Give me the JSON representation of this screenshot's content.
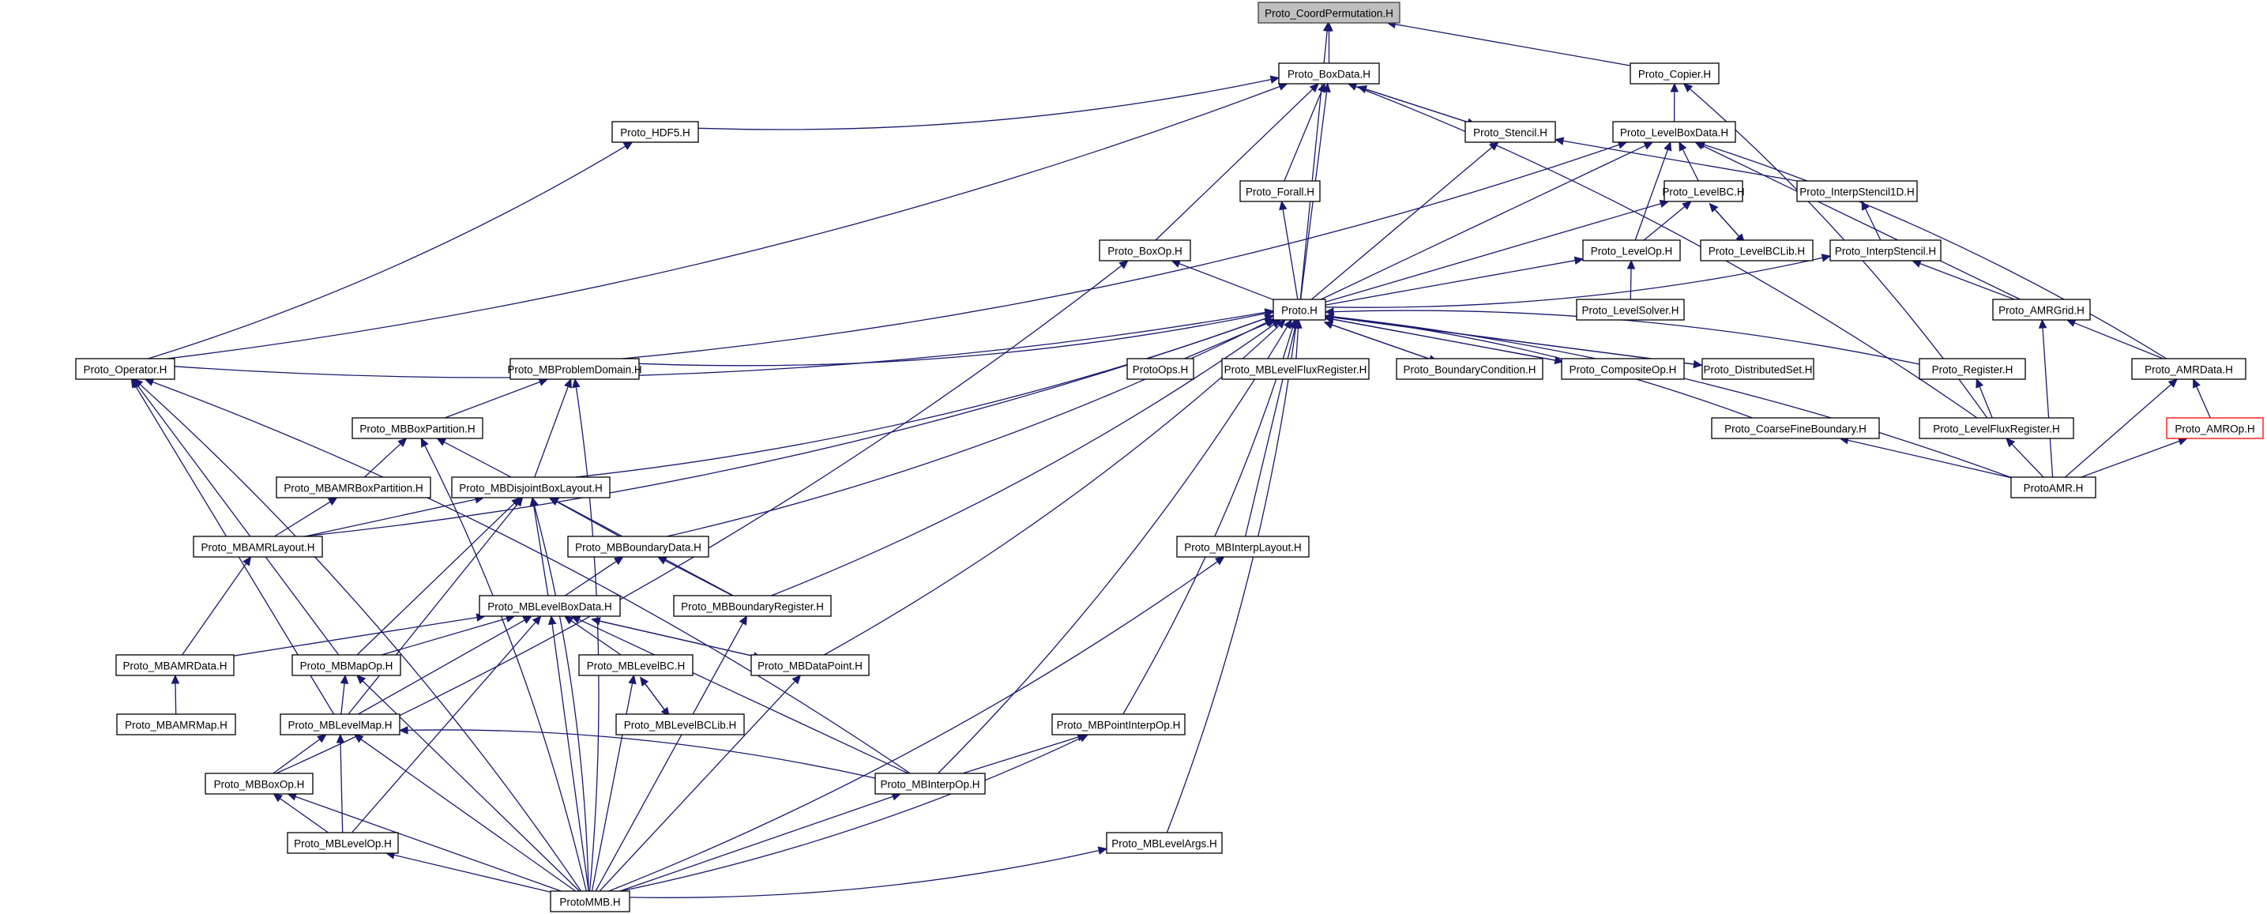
{
  "diagram": {
    "type": "include-dependency-graph",
    "root": "Proto_CoordPermutation.H",
    "edge_color": "#191970",
    "root_fill": "#bfbfbf",
    "highlight_border": "#ff0000",
    "nodes": [
      {
        "id": "coordperm",
        "label": "Proto_CoordPermutation.H",
        "style": "root"
      },
      {
        "id": "boxdata",
        "label": "Proto_BoxData.H"
      },
      {
        "id": "copier",
        "label": "Proto_Copier.H"
      },
      {
        "id": "hdf5",
        "label": "Proto_HDF5.H"
      },
      {
        "id": "stencil",
        "label": "Proto_Stencil.H"
      },
      {
        "id": "levelboxdata",
        "label": "Proto_LevelBoxData.H"
      },
      {
        "id": "forall",
        "label": "Proto_Forall.H"
      },
      {
        "id": "levelbc",
        "label": "Proto_LevelBC.H"
      },
      {
        "id": "interpstencil1d",
        "label": "Proto_InterpStencil1D.H"
      },
      {
        "id": "boxop",
        "label": "Proto_BoxOp.H"
      },
      {
        "id": "levelop",
        "label": "Proto_LevelOp.H"
      },
      {
        "id": "levelbclib",
        "label": "Proto_LevelBCLib.H"
      },
      {
        "id": "interpstencil",
        "label": "Proto_InterpStencil.H"
      },
      {
        "id": "proto",
        "label": "Proto.H"
      },
      {
        "id": "levelsolver",
        "label": "Proto_LevelSolver.H"
      },
      {
        "id": "amrgrid",
        "label": "Proto_AMRGrid.H"
      },
      {
        "id": "operator",
        "label": "Proto_Operator.H"
      },
      {
        "id": "mbproblemdomain",
        "label": "Proto_MBProblemDomain.H"
      },
      {
        "id": "protoops",
        "label": "ProtoOps.H"
      },
      {
        "id": "mblevelfluxregister",
        "label": "Proto_MBLevelFluxRegister.H"
      },
      {
        "id": "boundarycondition",
        "label": "Proto_BoundaryCondition.H"
      },
      {
        "id": "compositeop",
        "label": "Proto_CompositeOp.H"
      },
      {
        "id": "distributedset",
        "label": "Proto_DistributedSet.H"
      },
      {
        "id": "register",
        "label": "Proto_Register.H"
      },
      {
        "id": "amrdata",
        "label": "Proto_AMRData.H"
      },
      {
        "id": "mbboxpartition",
        "label": "Proto_MBBoxPartition.H"
      },
      {
        "id": "coarsefineboundary",
        "label": "Proto_CoarseFineBoundary.H"
      },
      {
        "id": "levelfluxregister",
        "label": "Proto_LevelFluxRegister.H"
      },
      {
        "id": "amrop",
        "label": "Proto_AMROp.H",
        "style": "missing"
      },
      {
        "id": "mbamrboxpartition",
        "label": "Proto_MBAMRBoxPartition.H"
      },
      {
        "id": "mbdisjointboxlayout",
        "label": "Proto_MBDisjointBoxLayout.H"
      },
      {
        "id": "protoamr",
        "label": "ProtoAMR.H"
      },
      {
        "id": "mbamrlayout",
        "label": "Proto_MBAMRLayout.H"
      },
      {
        "id": "mbboundarydata",
        "label": "Proto_MBBoundaryData.H"
      },
      {
        "id": "mbinterplayout",
        "label": "Proto_MBInterpLayout.H"
      },
      {
        "id": "mblevelboxdata",
        "label": "Proto_MBLevelBoxData.H"
      },
      {
        "id": "mbboundaryregister",
        "label": "Proto_MBBoundaryRegister.H"
      },
      {
        "id": "mbamrdata",
        "label": "Proto_MBAMRData.H"
      },
      {
        "id": "mbmapop",
        "label": "Proto_MBMapOp.H"
      },
      {
        "id": "mblevelbc",
        "label": "Proto_MBLevelBC.H"
      },
      {
        "id": "mbdatapoint",
        "label": "Proto_MBDataPoint.H"
      },
      {
        "id": "mblevelbclib",
        "label": "Proto_MBLevelBCLib.H"
      },
      {
        "id": "mbamrmap",
        "label": "Proto_MBAMRMap.H"
      },
      {
        "id": "mblevelmap",
        "label": "Proto_MBLevelMap.H"
      },
      {
        "id": "mbpointinterpop",
        "label": "Proto_MBPointInterpOp.H"
      },
      {
        "id": "mbboxop",
        "label": "Proto_MBBoxOp.H"
      },
      {
        "id": "mbinterpop",
        "label": "Proto_MBInterpOp.H"
      },
      {
        "id": "mblevelop",
        "label": "Proto_MBLevelOp.H"
      },
      {
        "id": "mblevelargs",
        "label": "Proto_MBLevelArgs.H"
      },
      {
        "id": "protommb",
        "label": "ProtoMMB.H"
      }
    ],
    "edges": [
      {
        "from": "boxdata",
        "to": "coordperm"
      },
      {
        "from": "proto",
        "to": "coordperm"
      },
      {
        "from": "copier",
        "to": "coordperm"
      },
      {
        "from": "hdf5",
        "to": "boxdata"
      },
      {
        "from": "operator",
        "to": "boxdata"
      },
      {
        "from": "stencil",
        "to": "boxdata"
      },
      {
        "from": "boxdata",
        "to": "stencil"
      },
      {
        "from": "forall",
        "to": "boxdata"
      },
      {
        "from": "boxop",
        "to": "boxdata"
      },
      {
        "from": "proto",
        "to": "boxdata"
      },
      {
        "from": "levelfluxregister",
        "to": "boxdata"
      },
      {
        "from": "levelboxdata",
        "to": "copier"
      },
      {
        "from": "levelfluxregister",
        "to": "copier"
      },
      {
        "from": "operator",
        "to": "hdf5"
      },
      {
        "from": "proto",
        "to": "stencil"
      },
      {
        "from": "interpstencil1d",
        "to": "stencil"
      },
      {
        "from": "proto",
        "to": "levelboxdata"
      },
      {
        "from": "levelbc",
        "to": "levelboxdata"
      },
      {
        "from": "levelop",
        "to": "levelboxdata"
      },
      {
        "from": "amrgrid",
        "to": "levelboxdata"
      },
      {
        "from": "amrdata",
        "to": "levelboxdata"
      },
      {
        "from": "mbproblemdomain",
        "to": "levelboxdata"
      },
      {
        "from": "proto",
        "to": "forall"
      },
      {
        "from": "proto",
        "to": "levelbc"
      },
      {
        "from": "levelop",
        "to": "levelbc"
      },
      {
        "from": "levelbclib",
        "to": "levelbc"
      },
      {
        "from": "levelbc",
        "to": "levelbclib"
      },
      {
        "from": "interpstencil",
        "to": "interpstencil1d"
      },
      {
        "from": "proto",
        "to": "boxop"
      },
      {
        "from": "mbboxop",
        "to": "boxop"
      },
      {
        "from": "proto",
        "to": "levelop"
      },
      {
        "from": "levelsolver",
        "to": "levelop"
      },
      {
        "from": "proto",
        "to": "interpstencil"
      },
      {
        "from": "amrgrid",
        "to": "interpstencil"
      },
      {
        "from": "operator",
        "to": "proto"
      },
      {
        "from": "mbproblemdomain",
        "to": "proto"
      },
      {
        "from": "protoops",
        "to": "proto"
      },
      {
        "from": "mblevelfluxregister",
        "to": "proto"
      },
      {
        "from": "boundarycondition",
        "to": "proto"
      },
      {
        "from": "proto",
        "to": "boundarycondition"
      },
      {
        "from": "compositeop",
        "to": "proto"
      },
      {
        "from": "proto",
        "to": "compositeop"
      },
      {
        "from": "distributedset",
        "to": "proto"
      },
      {
        "from": "proto",
        "to": "distributedset"
      },
      {
        "from": "register",
        "to": "proto"
      },
      {
        "from": "coarsefineboundary",
        "to": "proto"
      },
      {
        "from": "protoamr",
        "to": "proto"
      },
      {
        "from": "mbdisjointboxlayout",
        "to": "proto"
      },
      {
        "from": "mbamrlayout",
        "to": "proto"
      },
      {
        "from": "mbboundarydata",
        "to": "proto"
      },
      {
        "from": "mbboundaryregister",
        "to": "proto"
      },
      {
        "from": "mbdatapoint",
        "to": "proto"
      },
      {
        "from": "mbinterpop",
        "to": "proto"
      },
      {
        "from": "mbpointinterpop",
        "to": "proto"
      },
      {
        "from": "mbinterplayout",
        "to": "proto"
      },
      {
        "from": "mblevelargs",
        "to": "proto"
      },
      {
        "from": "amrdata",
        "to": "amrgrid"
      },
      {
        "from": "protoamr",
        "to": "amrgrid"
      },
      {
        "from": "mbinterpop",
        "to": "operator"
      },
      {
        "from": "mbmapop",
        "to": "operator"
      },
      {
        "from": "mblevelmap",
        "to": "operator"
      },
      {
        "from": "mbboxpartition",
        "to": "mbproblemdomain"
      },
      {
        "from": "mbdisjointboxlayout",
        "to": "mbproblemdomain"
      },
      {
        "from": "protommb",
        "to": "mbproblemdomain"
      },
      {
        "from": "levelfluxregister",
        "to": "register"
      },
      {
        "from": "protoamr",
        "to": "amrdata"
      },
      {
        "from": "amrop",
        "to": "amrdata"
      },
      {
        "from": "mbamrboxpartition",
        "to": "mbboxpartition"
      },
      {
        "from": "mbdisjointboxlayout",
        "to": "mbboxpartition"
      },
      {
        "from": "protommb",
        "to": "mbboxpartition"
      },
      {
        "from": "protoamr",
        "to": "coarsefineboundary"
      },
      {
        "from": "protoamr",
        "to": "levelfluxregister"
      },
      {
        "from": "protoamr",
        "to": "amrop"
      },
      {
        "from": "mbamrlayout",
        "to": "mbamrboxpartition"
      },
      {
        "from": "mbamrlayout",
        "to": "mbdisjointboxlayout"
      },
      {
        "from": "mbboundarydata",
        "to": "mbdisjointboxlayout"
      },
      {
        "from": "mbboundaryregister",
        "to": "mbdisjointboxlayout"
      },
      {
        "from": "mblevelboxdata",
        "to": "mbdisjointboxlayout"
      },
      {
        "from": "mbmapop",
        "to": "mbdisjointboxlayout"
      },
      {
        "from": "mblevelmap",
        "to": "mbdisjointboxlayout"
      },
      {
        "from": "protommb",
        "to": "mbdisjointboxlayout"
      },
      {
        "from": "mbamrdata",
        "to": "mbamrlayout"
      },
      {
        "from": "mblevelboxdata",
        "to": "mbboundarydata"
      },
      {
        "from": "mbboundaryregister",
        "to": "mbboundarydata"
      },
      {
        "from": "protommb",
        "to": "mbinterplayout"
      },
      {
        "from": "mbamrdata",
        "to": "mblevelboxdata"
      },
      {
        "from": "mbmapop",
        "to": "mblevelboxdata"
      },
      {
        "from": "mblevelbc",
        "to": "mblevelboxdata"
      },
      {
        "from": "mbdatapoint",
        "to": "mblevelboxdata"
      },
      {
        "from": "mblevelboxdata",
        "to": "mbdatapoint"
      },
      {
        "from": "mblevelmap",
        "to": "mblevelboxdata"
      },
      {
        "from": "mblevelop",
        "to": "mblevelboxdata"
      },
      {
        "from": "mbinterpop",
        "to": "mblevelboxdata"
      },
      {
        "from": "protommb",
        "to": "mblevelboxdata"
      },
      {
        "from": "protommb",
        "to": "mbboundaryregister"
      },
      {
        "from": "mbamrmap",
        "to": "mbamrdata"
      },
      {
        "from": "mblevelmap",
        "to": "mbmapop"
      },
      {
        "from": "protommb",
        "to": "mbmapop"
      },
      {
        "from": "mblevelbclib",
        "to": "mblevelbc"
      },
      {
        "from": "mblevelbc",
        "to": "mblevelbclib"
      },
      {
        "from": "protommb",
        "to": "mblevelbc"
      },
      {
        "from": "protommb",
        "to": "mbdatapoint"
      },
      {
        "from": "mbboxop",
        "to": "mblevelmap"
      },
      {
        "from": "mblevelop",
        "to": "mblevelmap"
      },
      {
        "from": "mbinterpop",
        "to": "mblevelmap"
      },
      {
        "from": "protommb",
        "to": "mblevelmap"
      },
      {
        "from": "mbinterpop",
        "to": "mbpointinterpop"
      },
      {
        "from": "protommb",
        "to": "mbpointinterpop"
      },
      {
        "from": "mblevelop",
        "to": "mbboxop"
      },
      {
        "from": "protommb",
        "to": "mbboxop"
      },
      {
        "from": "protommb",
        "to": "mbinterpop"
      },
      {
        "from": "protommb",
        "to": "mblevelop"
      },
      {
        "from": "protommb",
        "to": "mblevelargs"
      },
      {
        "from": "protommb",
        "to": "operator"
      }
    ]
  }
}
